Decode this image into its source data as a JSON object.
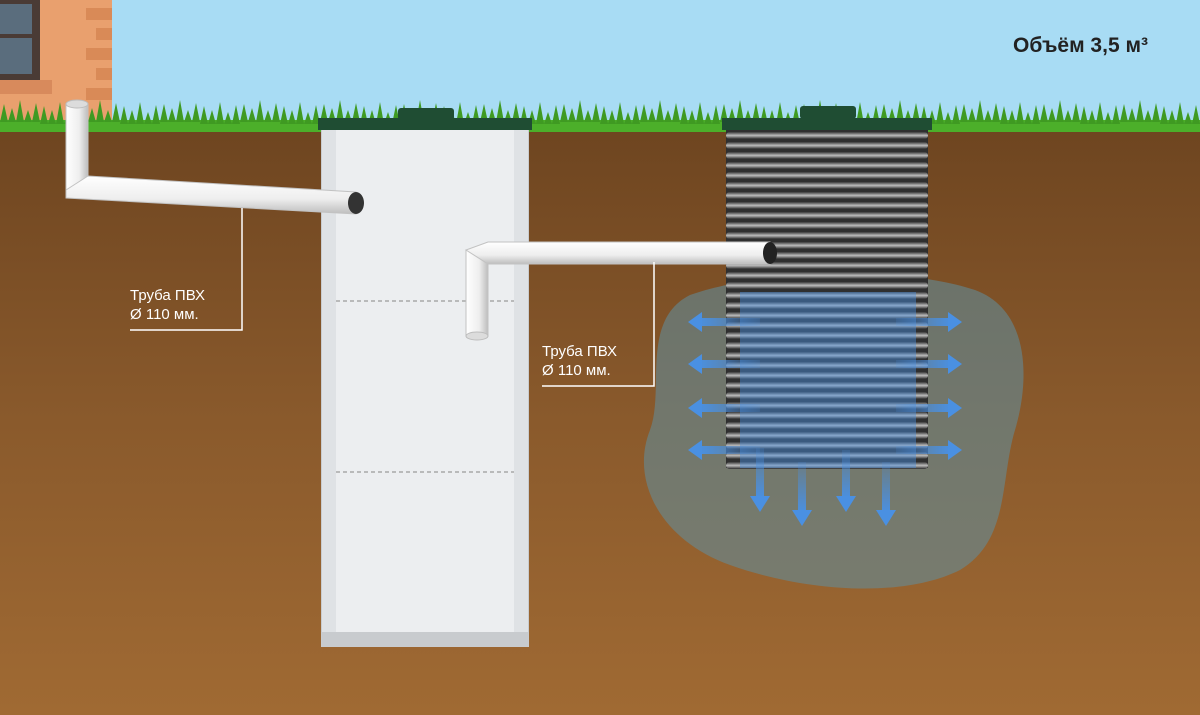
{
  "volume_label": "Объём 3,5 м³",
  "callouts": [
    {
      "line1": "Труба ПВХ",
      "line2": "Ø 110 мм."
    },
    {
      "line1": "Труба ПВХ",
      "line2": "Ø 110 мм."
    }
  ],
  "colors": {
    "sky": "#a8dcf4",
    "soil": "#8a5a2c",
    "grass": "#4caf2a",
    "tank": "#eceef0",
    "lid": "#1f4d33",
    "water": "#4a90e2",
    "pipe": "#f2f2f2"
  }
}
